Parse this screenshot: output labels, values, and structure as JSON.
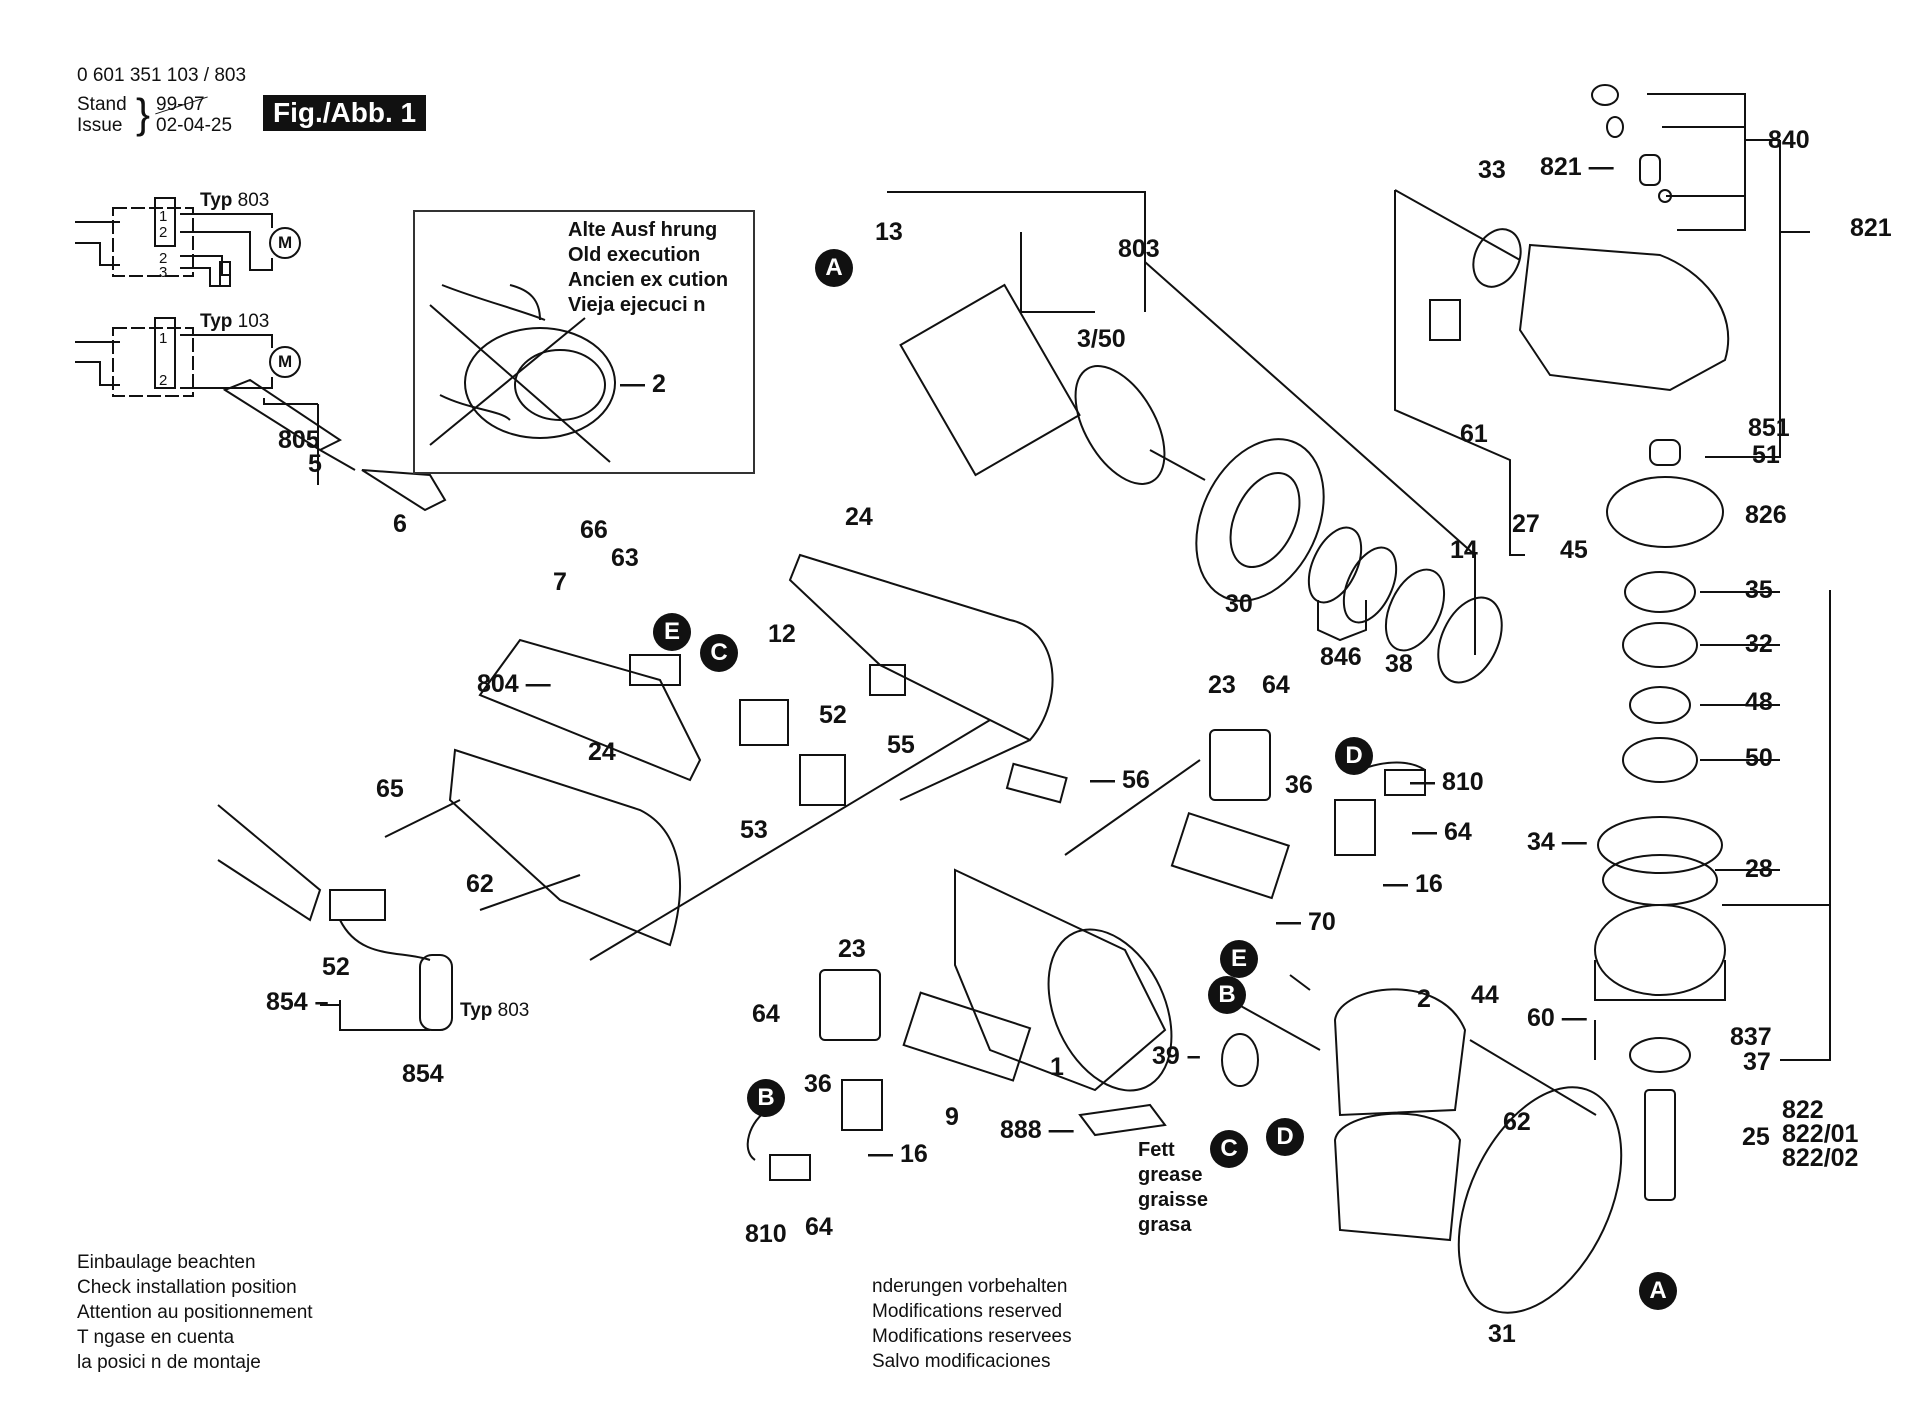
{
  "header": {
    "part_number": "0 601 351 103 / 803",
    "stand_label": "Stand",
    "issue_label": "Issue",
    "old_date": "99-07",
    "issue_date": "02-04-25",
    "figure_badge": "Fig./Abb. 1"
  },
  "wiring": {
    "typ_803": {
      "prefix": "Typ",
      "model": "803",
      "terminals": [
        "1",
        "2",
        "2",
        "3"
      ],
      "motor": "M"
    },
    "typ_103": {
      "prefix": "Typ",
      "model": "103",
      "terminals": [
        "1",
        "2"
      ],
      "motor": "M"
    }
  },
  "old_execution": {
    "lines": [
      "Alte Ausf hrung",
      "Old execution",
      "Ancien ex cution",
      "Vieja ejecuci n"
    ],
    "part_label": "2"
  },
  "callouts": {
    "A_top": "A",
    "A_bottom": "A",
    "B_center": "B",
    "B_left": "B",
    "C_top": "C",
    "C_bottom": "C",
    "D_top": "D",
    "D_bottom": "D",
    "E_top": "E",
    "E_center": "E"
  },
  "parts": {
    "p805": "805",
    "p5": "5",
    "p6": "6",
    "p66": "66",
    "p63": "63",
    "p7": "7",
    "p804": "804",
    "p12": "12",
    "p52a": "52",
    "p53": "53",
    "p55": "55",
    "p24a": "24",
    "p24b": "24",
    "p65": "65",
    "p62a": "62",
    "p52b": "52",
    "p854a": "854",
    "p854b": "854",
    "typ_small_prefix": "Typ",
    "typ_small_model": "803",
    "p13": "13",
    "p803": "803",
    "p3_50": "3/50",
    "p30": "30",
    "p846": "846",
    "p38": "38",
    "p14": "14",
    "p33": "33",
    "p821a": "821",
    "p840": "840",
    "p821b": "821",
    "p61": "61",
    "p27": "27",
    "p45": "45",
    "p851": "851",
    "p51": "51",
    "p826": "826",
    "p35": "35",
    "p32": "32",
    "p48": "48",
    "p50": "50",
    "p34": "34",
    "p28": "28",
    "p60": "60",
    "p837": "837",
    "p37": "37",
    "p25": "25",
    "p822": "822",
    "p822_01": "822/01",
    "p822_02": "822/02",
    "p23a": "23",
    "p64a": "64",
    "p56": "56",
    "p36a": "36",
    "p810a": "810",
    "p64b": "64",
    "p16a": "16",
    "p70": "70",
    "p23b": "23",
    "p64c": "64",
    "p36b": "36",
    "p16b": "16",
    "p810b": "810",
    "p64d": "64",
    "p9": "9",
    "p1": "1",
    "p888": "888",
    "p39": "39",
    "p2": "2",
    "p44": "44",
    "p62b": "62",
    "p31": "31"
  },
  "grease_note": [
    "Fett",
    "grease",
    "graisse",
    "grasa"
  ],
  "installation_note": [
    "Einbaulage beachten",
    "Check installation position",
    "Attention au positionnement",
    "T ngase en cuenta",
    "la posici n de montaje"
  ],
  "modifications_note": [
    " nderungen vorbehalten",
    "Modifications reserved",
    "Modifications reservees",
    "Salvo modificaciones"
  ]
}
